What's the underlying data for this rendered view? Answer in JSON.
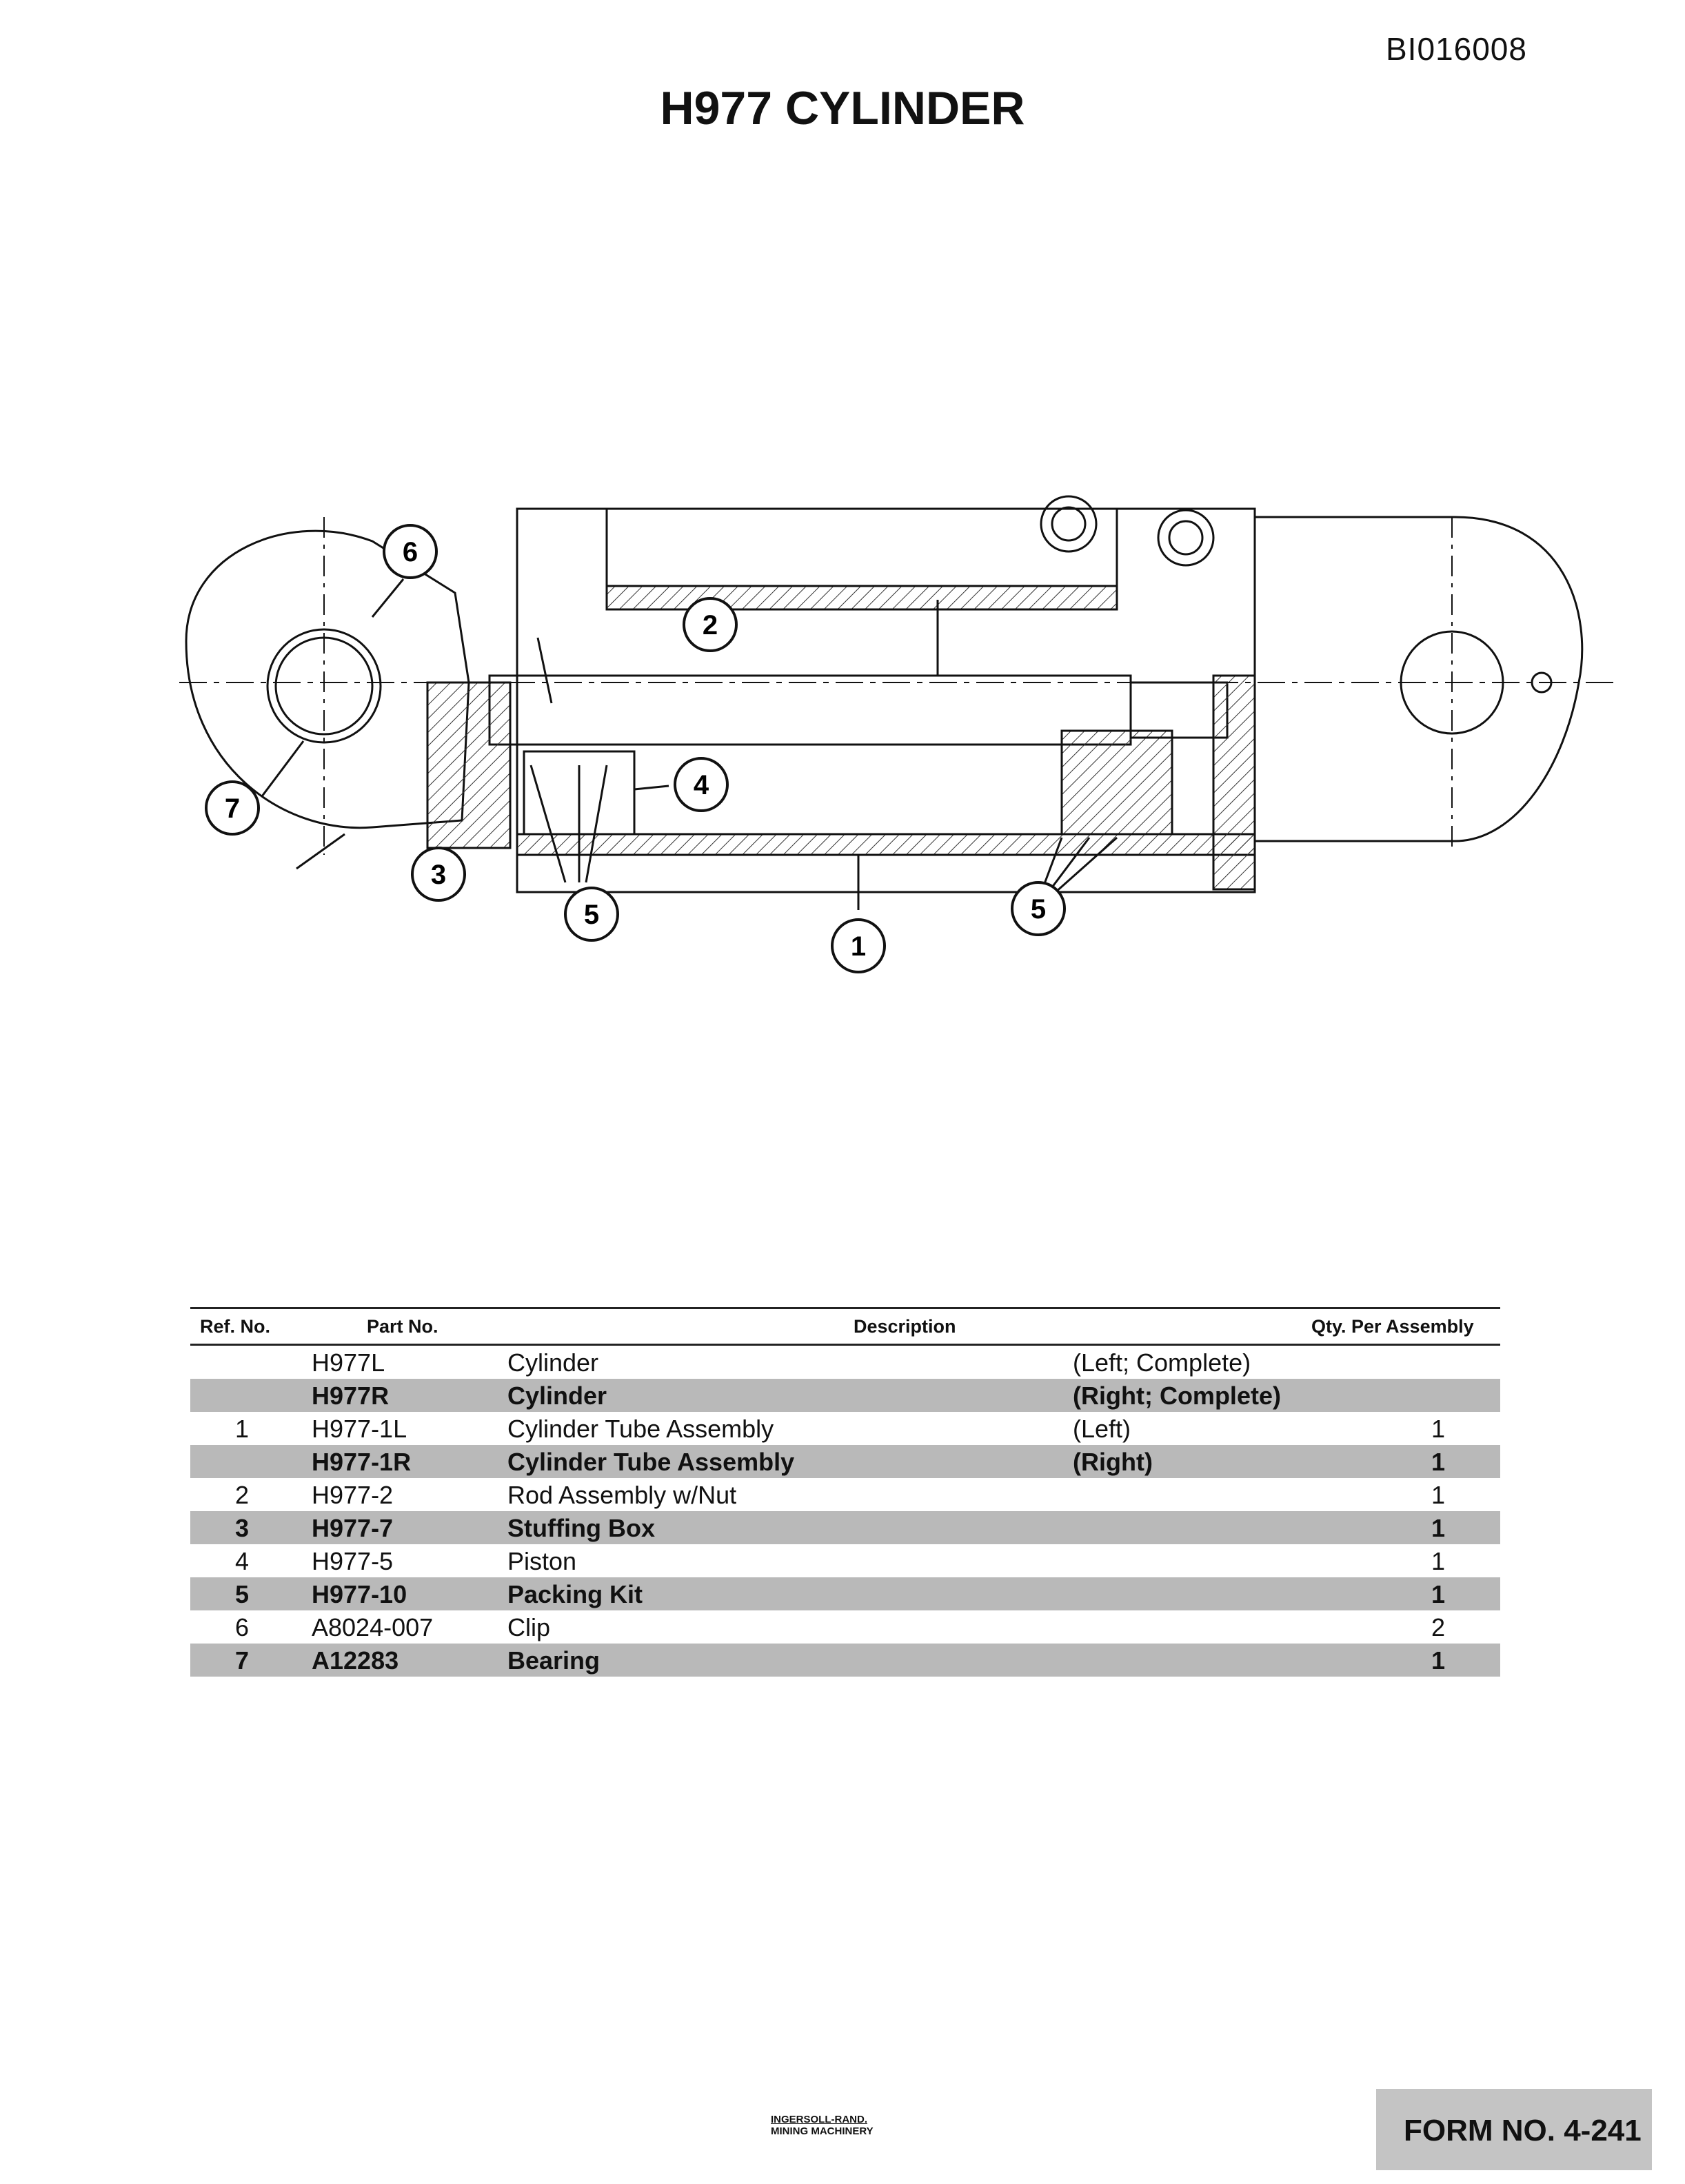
{
  "doc_id": "BI016008",
  "title": "H977 CYLINDER",
  "callouts": [
    "6",
    "2",
    "7",
    "4",
    "3",
    "5",
    "1",
    "5"
  ],
  "table": {
    "headers": {
      "ref": "Ref. No.",
      "part": "Part No.",
      "desc": "Description",
      "qty": "Qty. Per Assembly"
    },
    "rows": [
      {
        "ref": "",
        "part": "H977L",
        "desc": "Cylinder",
        "note": "(Left; Complete)",
        "qty": "",
        "shaded": false
      },
      {
        "ref": "",
        "part": "H977R",
        "desc": "Cylinder",
        "note": "(Right; Complete)",
        "qty": "",
        "shaded": true
      },
      {
        "ref": "1",
        "part": "H977-1L",
        "desc": "Cylinder Tube Assembly",
        "note": "(Left)",
        "qty": "1",
        "shaded": false
      },
      {
        "ref": "",
        "part": "H977-1R",
        "desc": "Cylinder Tube Assembly",
        "note": "(Right)",
        "qty": "1",
        "shaded": true
      },
      {
        "ref": "2",
        "part": "H977-2",
        "desc": "Rod Assembly w/Nut",
        "note": "",
        "qty": "1",
        "shaded": false
      },
      {
        "ref": "3",
        "part": "H977-7",
        "desc": "Stuffing Box",
        "note": "",
        "qty": "1",
        "shaded": true
      },
      {
        "ref": "4",
        "part": "H977-5",
        "desc": "Piston",
        "note": "",
        "qty": "1",
        "shaded": false
      },
      {
        "ref": "5",
        "part": "H977-10",
        "desc": "Packing Kit",
        "note": "",
        "qty": "1",
        "shaded": true
      },
      {
        "ref": "6",
        "part": "A8024-007",
        "desc": "Clip",
        "note": "",
        "qty": "2",
        "shaded": false
      },
      {
        "ref": "7",
        "part": "A12283",
        "desc": "Bearing",
        "note": "",
        "qty": "1",
        "shaded": true
      }
    ]
  },
  "footer": {
    "logo_line1": "INGERSOLL-RAND.",
    "logo_line2": "MINING MACHINERY",
    "form_no": "FORM NO. 4-241"
  }
}
